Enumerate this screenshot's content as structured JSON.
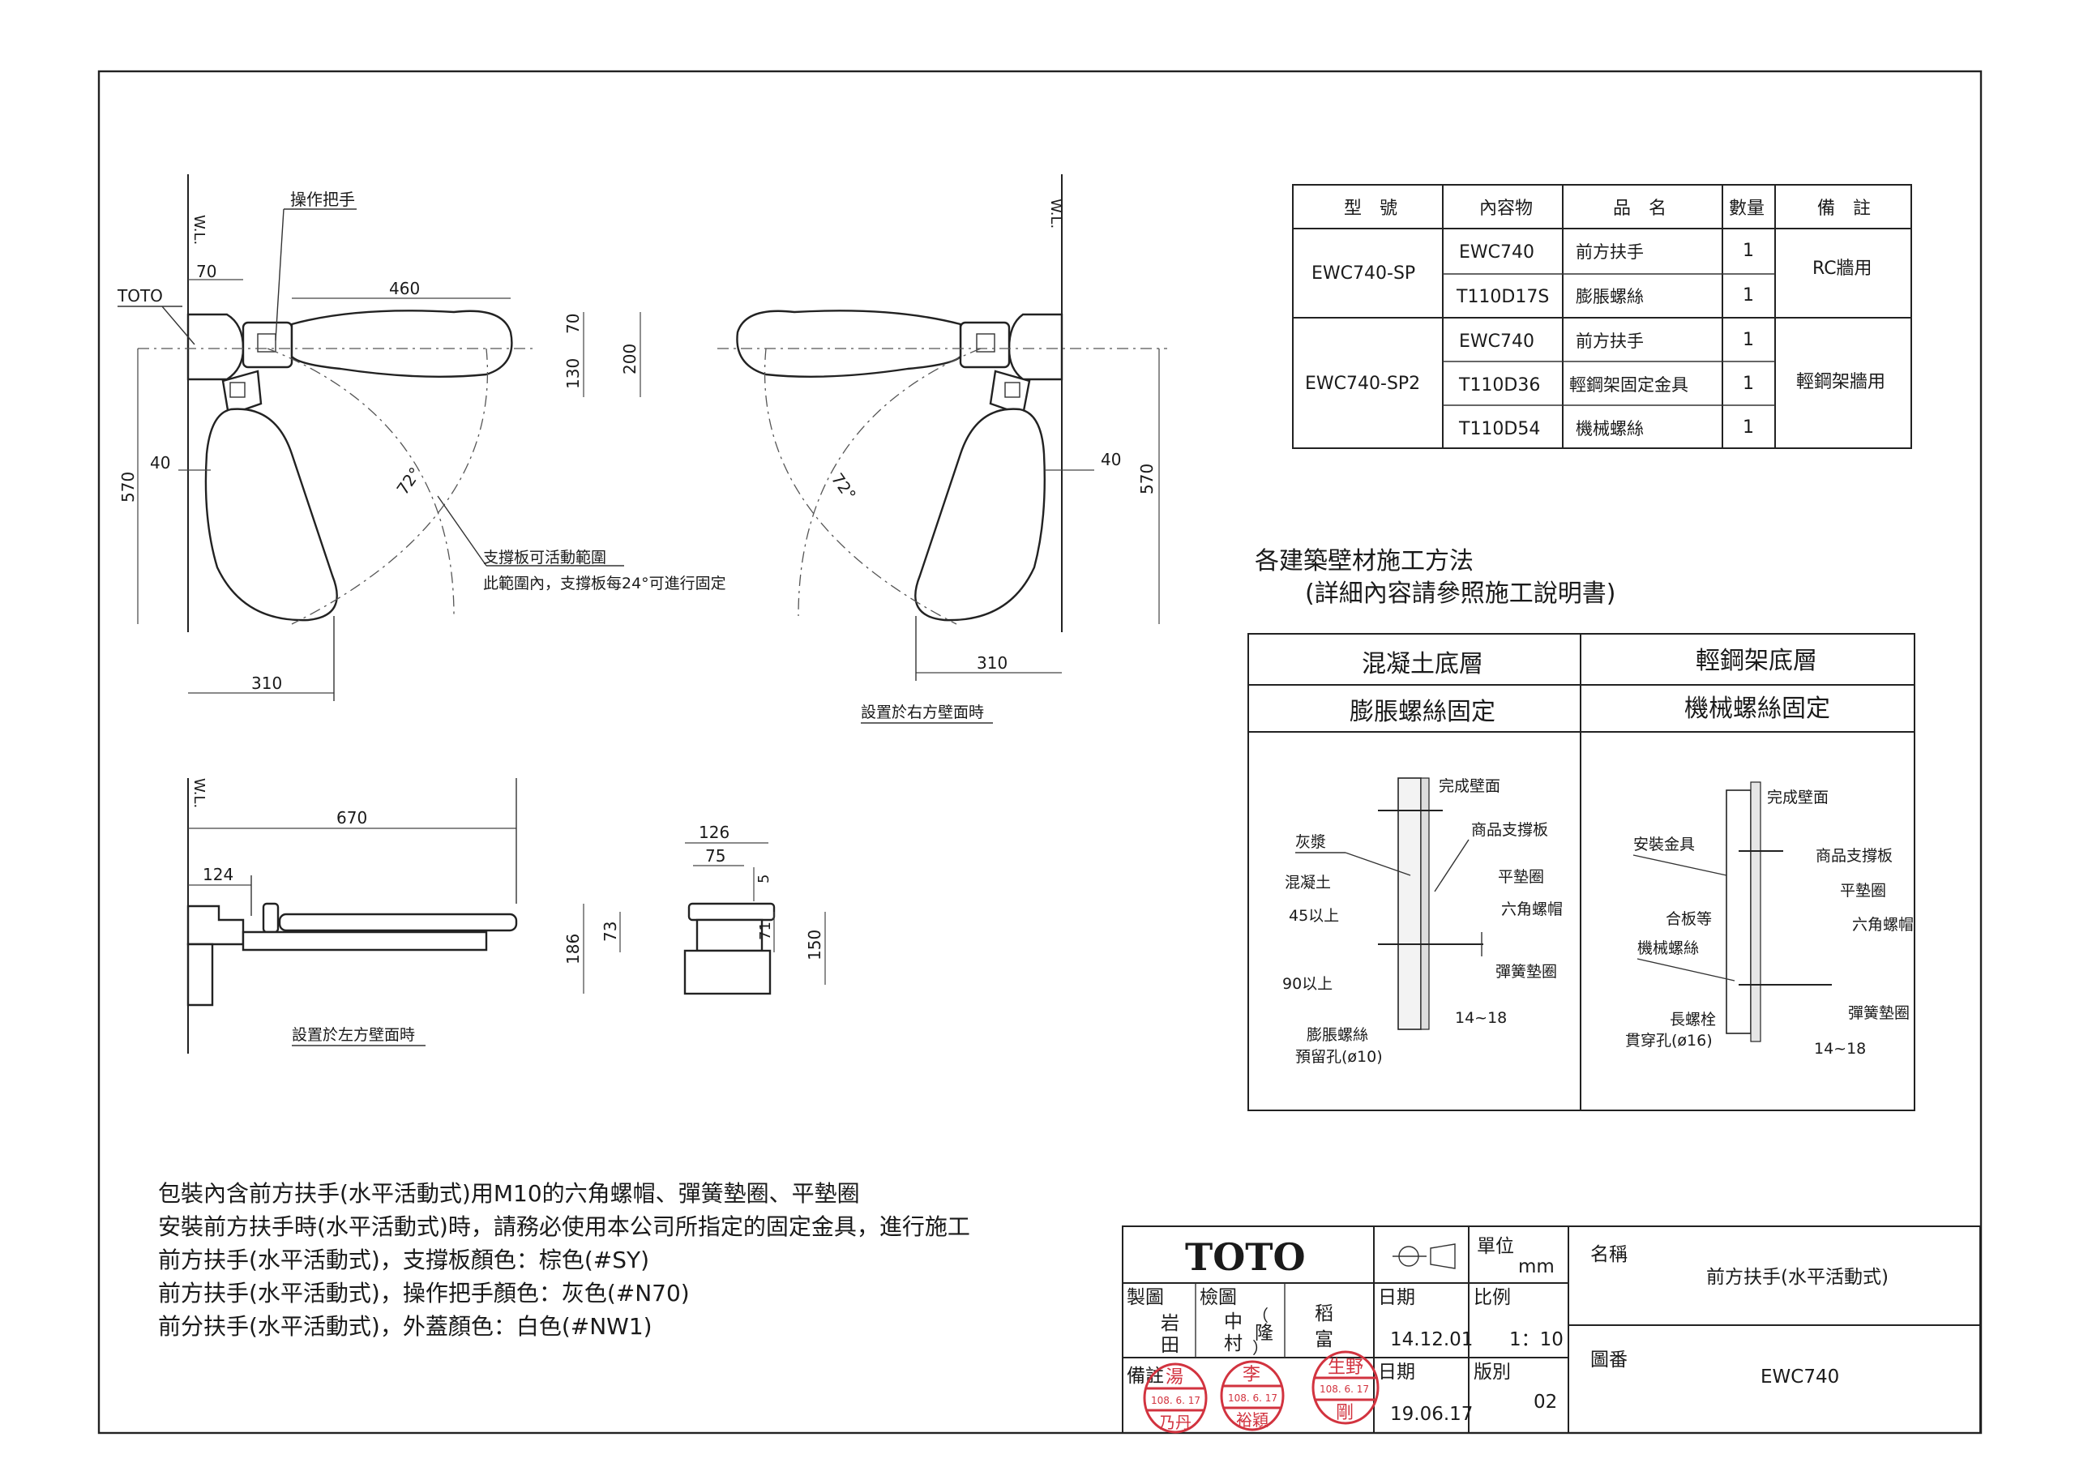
{
  "title_block": {
    "brand": "TOTO",
    "unit_label": "單位",
    "unit_value": "mm",
    "drawn_label": "製圖",
    "drawn_by_1": "岩",
    "drawn_by_2": "田",
    "checked_label": "檢圖",
    "checked_by_1": "中",
    "checked_by_2": "村",
    "checked_by_3": "隆",
    "checked_by_4": "（",
    "checked_by_5": "）",
    "approved_1": "稻",
    "approved_2": "富",
    "date_label": "日期",
    "date_value": "14.12.01",
    "scale_label": "比例",
    "scale_value": "1：10",
    "note_label": "備註",
    "date2_label": "日期",
    "date2_value": "19.06.17",
    "version_label": "版別",
    "version_value": "02",
    "name_label": "名稱",
    "name_value": "前方扶手(水平活動式)",
    "drawing_no_label": "圖番",
    "drawing_no_value": "EWC740",
    "stamp_1_top": "湯",
    "stamp_1_date": "108. 6. 17",
    "stamp_1_bottom": "乃丹",
    "stamp_2_top": "李",
    "stamp_2_date": "108. 6. 17",
    "stamp_2_bottom": "裕穎",
    "stamp_3_top": "生野",
    "stamp_3_date": "108. 6. 17",
    "stamp_3_bottom": "剛"
  },
  "contents_table": {
    "headers": [
      "型　號",
      "內容物",
      "品　名",
      "數量",
      "備　註"
    ],
    "groups": [
      {
        "model": "EWC740-SP",
        "remark": "RC牆用",
        "rows": [
          [
            "EWC740",
            "前方扶手",
            "1"
          ],
          [
            "T110D17S",
            "膨脹螺絲",
            "1"
          ]
        ]
      },
      {
        "model": "EWC740-SP2",
        "remark": "輕鋼架牆用",
        "rows": [
          [
            "EWC740",
            "前方扶手",
            "1"
          ],
          [
            "T110D36",
            "輕鋼架固定金具",
            "1"
          ],
          [
            "T110D54",
            "機械螺絲",
            "1"
          ]
        ]
      }
    ]
  },
  "wall_methods": {
    "heading": "各建築壁材施工方法",
    "subheading": "(詳細內容請參照施工說明書)",
    "col1_title": "混凝土底層",
    "col1_subtitle": "膨脹螺絲固定",
    "col2_title": "輕鋼架底層",
    "col2_subtitle": "機械螺絲固定",
    "col1_labels": [
      "完成壁面",
      "灰漿",
      "商品支撐板",
      "混凝土",
      "平墊圈",
      "45以上",
      "六角螺帽",
      "90以上",
      "彈簧墊圈",
      "14~18",
      "膨脹螺絲",
      "預留孔(ø10)"
    ],
    "col2_labels": [
      "完成壁面",
      "安裝金具",
      "商品支撐板",
      "平墊圈",
      "合板等",
      "六角螺帽",
      "機械螺絲",
      "長螺栓",
      "貫穿孔(ø16)",
      "彈簧墊圈",
      "14~18"
    ]
  },
  "plan_left": {
    "wl": "W.L.",
    "handle_label": "操作把手",
    "brand_label": "TOTO",
    "dims": [
      "70",
      "460",
      "70",
      "130",
      "200",
      "40",
      "570",
      "310",
      "72°"
    ],
    "range_note_1": "支撐板可活動範圍",
    "range_note_2": "此範圍內，支撐板每24°可進行固定"
  },
  "plan_right": {
    "wl": "W.L.",
    "dims": [
      "40",
      "570",
      "310",
      "72°"
    ],
    "caption": "設置於右方壁面時"
  },
  "side_view": {
    "wl": "W.L.",
    "dims": [
      "670",
      "124"
    ],
    "caption": "設置於左方壁面時"
  },
  "front_view": {
    "dims": [
      "126",
      "75",
      "5",
      "186",
      "73",
      "71",
      "150"
    ]
  },
  "notes": [
    "包裝內含前方扶手(水平活動式)用M10的六角螺帽、彈簧墊圈、平墊圈",
    "安裝前方扶手時(水平活動式)時，請務必使用本公司所指定的固定金具，進行施工",
    "前方扶手(水平活動式)，支撐板顏色：棕色(#SY)",
    "前方扶手(水平活動式)，操作把手顏色：灰色(#N70)",
    "前分扶手(水平活動式)，外蓋顏色：白色(#NW1)"
  ]
}
